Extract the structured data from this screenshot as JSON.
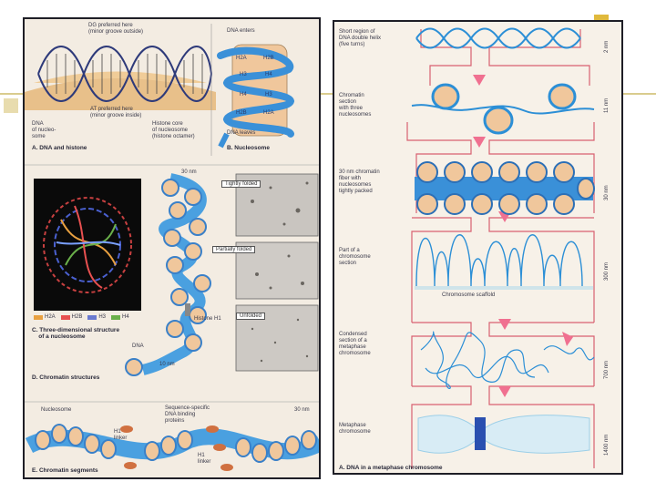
{
  "accent_color": "#d9b23a",
  "panel_left": {
    "section_a": {
      "caption": "A. DNA and histone",
      "top_label": "DG preferred here\n(minor groove outside)",
      "mid_label": "AT preferred here\n(minor groove inside)",
      "left_label": "DNA\nof nucleo-\nsome",
      "right_label": "Histone core\nof nucleosome\n(histone octamer)"
    },
    "section_b": {
      "caption": "B. Nucleosome",
      "enters_label": "DNA enters",
      "leaves_label": "DNA leaves",
      "histones": [
        "H2A",
        "H2B",
        "H3",
        "H4",
        "H4",
        "H3",
        "H2B",
        "H2A"
      ]
    },
    "section_c": {
      "caption": "C. Three-dimensional structure\n    of a nucleosome",
      "legend": [
        {
          "label": "H2A",
          "color": "#e8a040"
        },
        {
          "label": "H2B",
          "color": "#e85050"
        },
        {
          "label": "H3",
          "color": "#6a7ad0"
        },
        {
          "label": "H4",
          "color": "#6ab04a"
        }
      ]
    },
    "section_d": {
      "caption": "D. Chromatin structures",
      "top_label": "30 nm",
      "tightly": "Tightly folded",
      "partially": "Partially folded",
      "unfolded": "Unfolded",
      "histone_h1": "Histone H1",
      "dna": "DNA",
      "ten_nm": "10 nm"
    },
    "section_e": {
      "caption": "E. Chromatin segments",
      "nucleosome": "Nucleosome",
      "binding": "Sequence-specific\nDNA binding\nproteins",
      "thirty_nm": "30 nm",
      "h1_linker_a": "H1\nlinker",
      "h1_linker_b": "H1\nlinker"
    }
  },
  "panel_right": {
    "caption": "A. DNA in a metaphase chromosome",
    "rows": [
      {
        "label": "Short region of\nDNA double helix\n(five turns)",
        "measure": "2 nm"
      },
      {
        "label": "Chromatin\nsection\nwith three\nnucleosomes",
        "measure": "11 nm"
      },
      {
        "label": "30 nm chromatin\nfiber with\nnucleosomes\ntightly packed",
        "measure": "30 nm"
      },
      {
        "label": "Part of a\nchromosome\nsection",
        "measure": "300 nm"
      },
      {
        "label": "Condensed\nsection of a\nmetaphase\nchromosome",
        "measure": "700 nm"
      },
      {
        "label": "Metaphase\nchromosome",
        "measure": "1400 nm"
      }
    ],
    "scaffold": "Chromosome scaffold"
  }
}
